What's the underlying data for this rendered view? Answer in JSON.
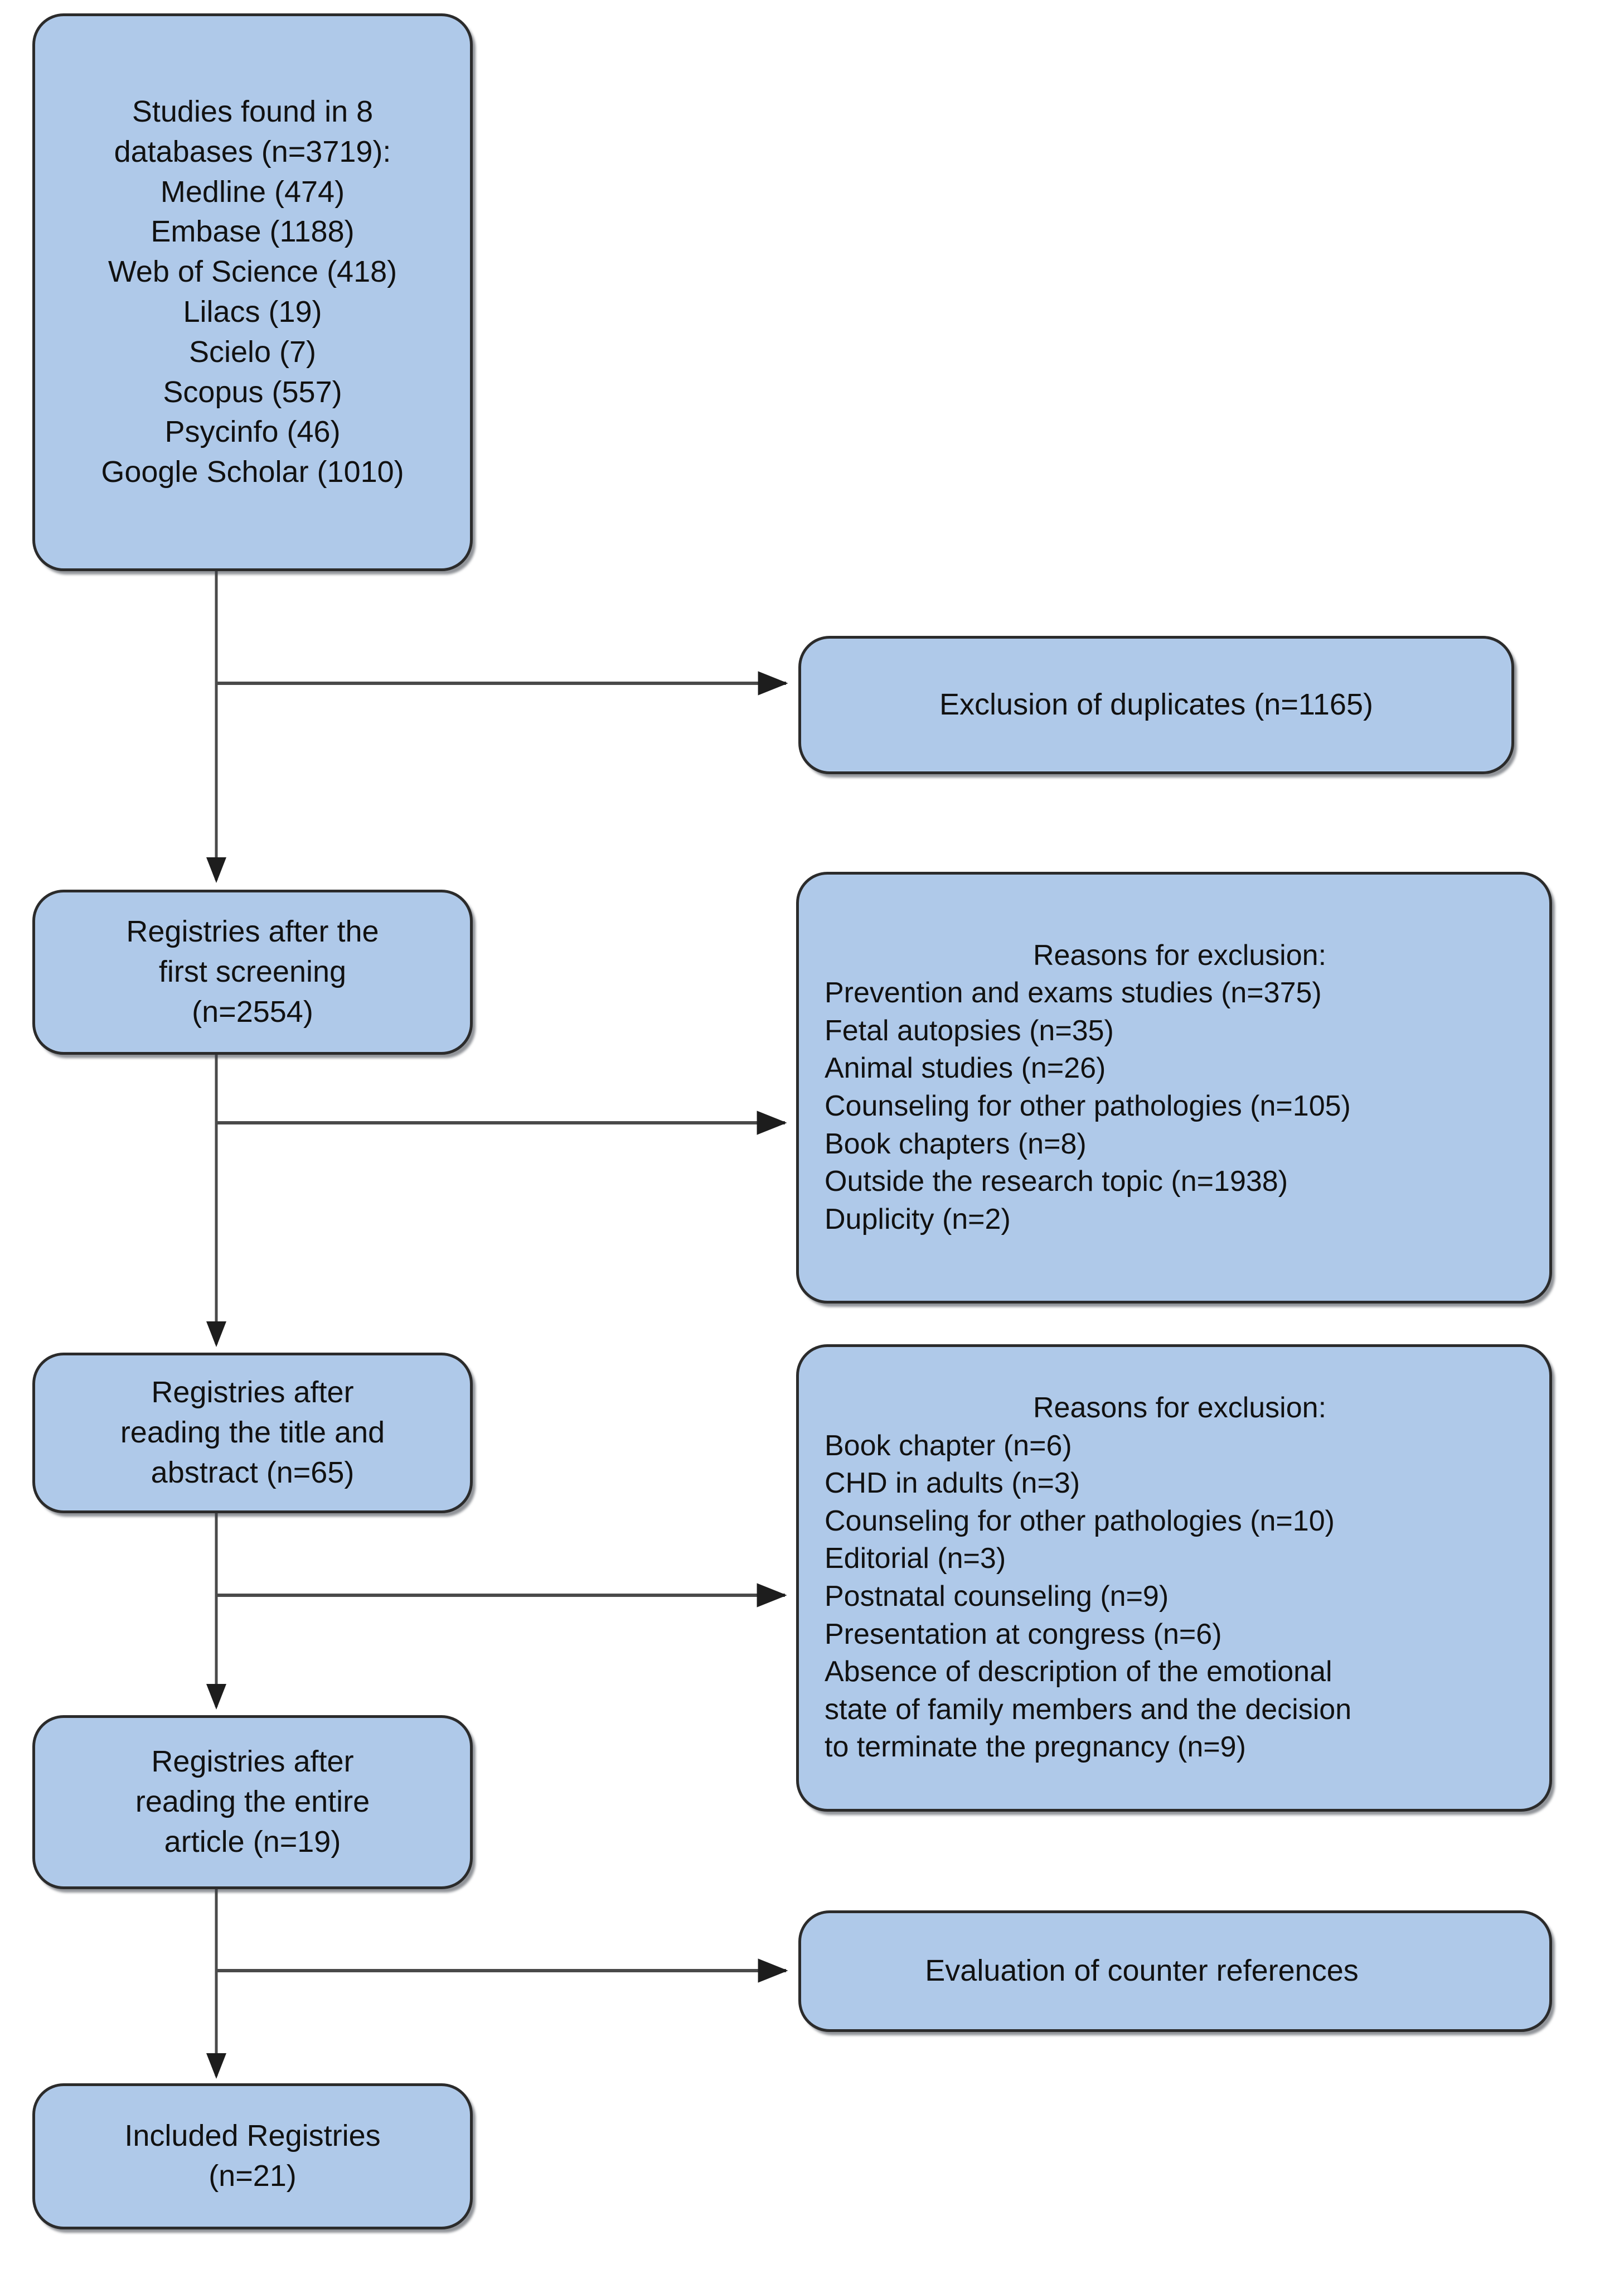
{
  "diagram": {
    "type": "prisma-flow-diagram",
    "title": "",
    "colors": {
      "node_fill": "#afc9e9",
      "node_border": "#2b2b2b",
      "connector": "#3b3b3b",
      "text": "#111111",
      "background": "#ffffff"
    }
  },
  "nodes": {
    "sources": {
      "id": "sources",
      "column": "left",
      "lines": [
        "Studies found in 8",
        "databases (n=3719):",
        "Medline (474)",
        "Embase (1188)",
        "Web of Science (418)",
        "Lilacs (19)",
        "Scielo (7)",
        "Scopus (557)",
        "Psycinfo (46)",
        "Google Scholar (1010)"
      ]
    },
    "duplicates": {
      "id": "duplicates",
      "column": "right",
      "lines": [
        "Exclusion of duplicates (n=1165)"
      ]
    },
    "screen1": {
      "id": "screen1",
      "column": "left",
      "lines": [
        "Registries after the",
        "first screening",
        "(n=2554)"
      ]
    },
    "reasons1": {
      "id": "reasons1",
      "column": "right",
      "header": "Reasons for exclusion:",
      "lines": [
        "Prevention and exams studies (n=375)",
        "Fetal autopsies (n=35)",
        "Animal studies (n=26)",
        "Counseling for other pathologies (n=105)",
        "Book chapters (n=8)",
        "Outside the research topic (n=1938)",
        "Duplicity (n=2)"
      ]
    },
    "screen2": {
      "id": "screen2",
      "column": "left",
      "lines": [
        "Registries after",
        "reading the title and",
        "abstract (n=65)"
      ]
    },
    "reasons2": {
      "id": "reasons2",
      "column": "right",
      "header": "Reasons for exclusion:",
      "lines": [
        "Book chapter (n=6)",
        "CHD in adults (n=3)",
        "Counseling for other pathologies (n=10)",
        "Editorial (n=3)",
        "Postnatal counseling (n=9)",
        "Presentation at congress (n=6)",
        "Absence of description of the emotional",
        "state of family members and the decision",
        "to terminate the pregnancy (n=9)"
      ]
    },
    "screen3": {
      "id": "screen3",
      "column": "left",
      "lines": [
        "Registries after",
        "reading the entire",
        "article (n=19)"
      ]
    },
    "counterref": {
      "id": "counterref",
      "column": "right",
      "lines": [
        "Evaluation of counter references"
      ]
    },
    "included": {
      "id": "included",
      "column": "left",
      "lines": [
        "Included Registries",
        "(n=21)"
      ]
    }
  },
  "edges": [
    {
      "from": "sources",
      "to": "screen1",
      "kind": "vertical-arrow"
    },
    {
      "from": "sources",
      "to": "duplicates",
      "kind": "branch-arrow"
    },
    {
      "from": "screen1",
      "to": "screen2",
      "kind": "vertical-arrow"
    },
    {
      "from": "screen1",
      "to": "reasons1",
      "kind": "branch-arrow"
    },
    {
      "from": "screen2",
      "to": "screen3",
      "kind": "vertical-arrow"
    },
    {
      "from": "screen2",
      "to": "reasons2",
      "kind": "branch-arrow"
    },
    {
      "from": "screen3",
      "to": "included",
      "kind": "vertical-arrow"
    },
    {
      "from": "screen3",
      "to": "counterref",
      "kind": "branch-arrow"
    }
  ]
}
